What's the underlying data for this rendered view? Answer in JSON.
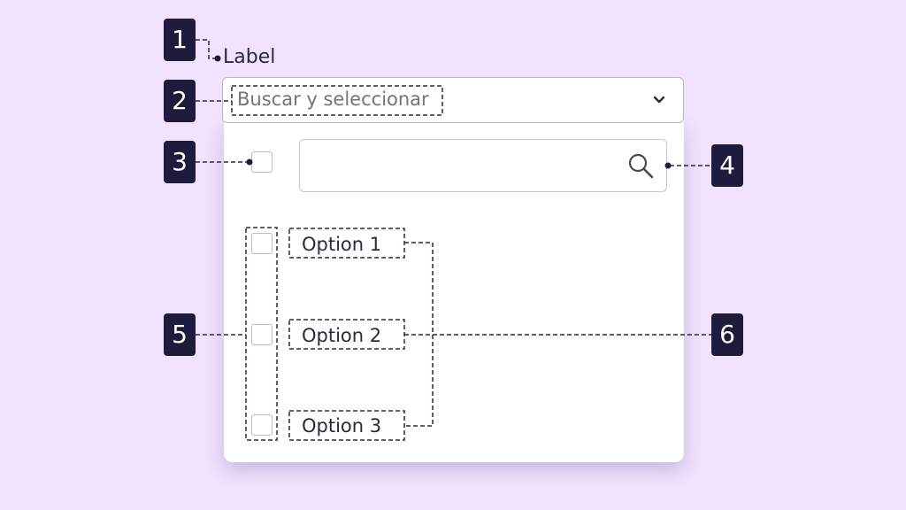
{
  "callouts": [
    "1",
    "2",
    "3",
    "4",
    "5",
    "6"
  ],
  "field": {
    "label": "Label",
    "placeholder": "Buscar y seleccionar",
    "chevron_icon": "chevron-down-icon"
  },
  "search": {
    "icon": "search-icon",
    "value": ""
  },
  "options": [
    {
      "label": "Option 1",
      "checked": false
    },
    {
      "label": "Option 2",
      "checked": false
    },
    {
      "label": "Option 3",
      "checked": false
    }
  ],
  "colors": {
    "background": "#f1e3fe",
    "callout": "#1f1b3c",
    "annotation_line": "#2b2840",
    "border": "#b9b7c2"
  }
}
